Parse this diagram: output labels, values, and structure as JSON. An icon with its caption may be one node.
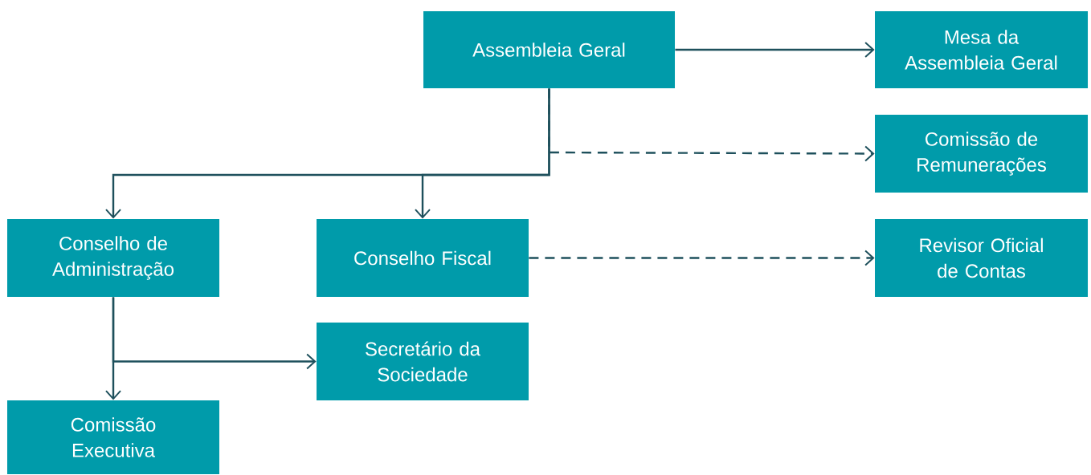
{
  "diagram": {
    "nodes": [
      {
        "text": [
          "Assembleia Geral"
        ]
      },
      {
        "text": [
          "Mesa da Assembleia Geral"
        ]
      },
      {
        "text": [
          "Comissão de Remunerações"
        ]
      },
      {
        "text": [
          "Conselho de Administração"
        ]
      },
      {
        "text": [
          "Conselho Fiscal"
        ]
      },
      {
        "text": [
          "Revisor Oficial de Contas"
        ]
      },
      {
        "text": [
          "Secretário da Sociedade"
        ]
      },
      {
        "text": [
          "Comissão Executiva"
        ]
      }
    ],
    "edges": [
      {
        "from": 0,
        "to": 1,
        "arrow": "to"
      },
      {
        "from": 0,
        "to": 2,
        "arrow": "to",
        "style": "dashed"
      },
      {
        "from": 0,
        "to": 3,
        "arrow": "to"
      },
      {
        "from": 0,
        "to": 4,
        "arrow": "to"
      },
      {
        "from": 4,
        "to": 5,
        "arrow": "to",
        "style": "dashed"
      },
      {
        "from": 3,
        "to": 6,
        "arrow": "to"
      },
      {
        "from": 3,
        "to": 7,
        "arrow": "to"
      }
    ]
  }
}
